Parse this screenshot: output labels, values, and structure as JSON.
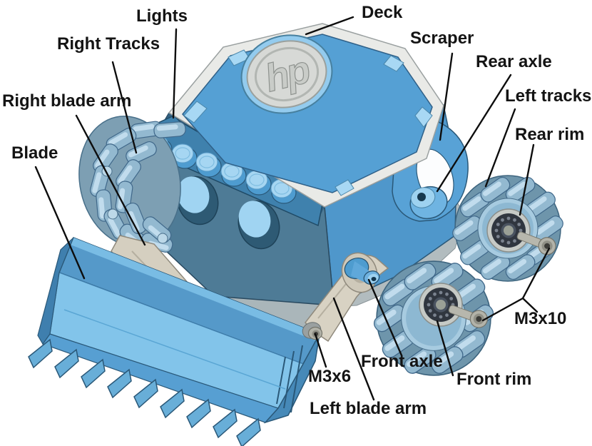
{
  "diagram": {
    "type": "exploded-view-diagram",
    "logo_text": "hp",
    "labels": [
      {
        "id": "lights",
        "text": "Lights"
      },
      {
        "id": "deck",
        "text": "Deck"
      },
      {
        "id": "right-tracks",
        "text": "Right Tracks"
      },
      {
        "id": "scraper",
        "text": "Scraper"
      },
      {
        "id": "rear-axle",
        "text": "Rear axle"
      },
      {
        "id": "left-tracks",
        "text": "Left tracks"
      },
      {
        "id": "rear-rim",
        "text": "Rear rim"
      },
      {
        "id": "right-blade-arm",
        "text": "Right blade arm"
      },
      {
        "id": "blade",
        "text": "Blade"
      },
      {
        "id": "m3x10",
        "text": "M3x10"
      },
      {
        "id": "m3x6",
        "text": "M3x6"
      },
      {
        "id": "front-axle",
        "text": "Front axle"
      },
      {
        "id": "front-rim",
        "text": "Front rim"
      },
      {
        "id": "left-blade-arm",
        "text": "Left blade arm"
      }
    ]
  },
  "colors": {
    "background": "#ffffff",
    "body_blue": "#4f9ad0",
    "highlight_blue": "#a6d6f2",
    "panel_steel_blue": "#4e7b96",
    "shadow_navy": "#24465e",
    "trim_white": "#edeeec",
    "chassis_gray": "#b2bcbf",
    "arm_tan": "#d8d2c3",
    "hardware_gray": "#b4b4aa",
    "label_text": "#141414"
  }
}
